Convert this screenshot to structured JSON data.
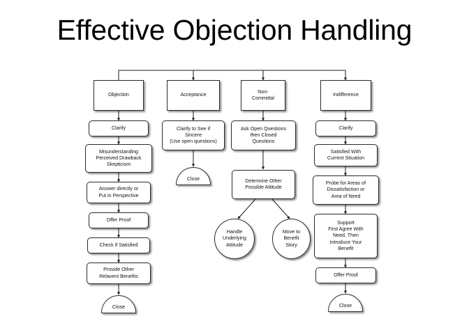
{
  "slide": {
    "title": "Effective Objection Handling",
    "background_color": "#ffffff",
    "text_color": "#000000"
  },
  "diagram": {
    "type": "flowchart",
    "orientation": "top-down",
    "root_connector": "horizontal-bus",
    "columns": [
      {
        "id": "objection",
        "header": "Objection",
        "nodes": [
          {
            "id": "obj-header",
            "label": "Objection",
            "shape": "rect"
          },
          {
            "id": "obj-clarify",
            "label": "Clarify",
            "shape": "rounded-rect"
          },
          {
            "id": "obj-types",
            "label": "Misunderstanding\nPerceived Drawback\nSkepticism",
            "shape": "rounded-rect"
          },
          {
            "id": "obj-answer",
            "label": "Answer directly or\nPut in Perspective",
            "shape": "rounded-rect"
          },
          {
            "id": "obj-proof",
            "label": "Offer Proof",
            "shape": "rounded-rect"
          },
          {
            "id": "obj-check",
            "label": "Check if Satisfied",
            "shape": "rounded-rect"
          },
          {
            "id": "obj-benefits",
            "label": "Provide Other\nRelavent Benefits",
            "shape": "rounded-rect"
          },
          {
            "id": "obj-close",
            "label": "Close",
            "shape": "terminator-dome"
          }
        ]
      },
      {
        "id": "acceptance",
        "header": "Acceptance",
        "nodes": [
          {
            "id": "acc-header",
            "label": "Acceptance",
            "shape": "rect"
          },
          {
            "id": "acc-clarify",
            "label": "Clarify to See if\nSincere\n(Use open questions)",
            "shape": "rounded-rect"
          },
          {
            "id": "acc-close",
            "label": "Close",
            "shape": "terminator-dome"
          }
        ]
      },
      {
        "id": "non-committal",
        "header": "Non-Committal",
        "nodes": [
          {
            "id": "nc-header",
            "label": "Non-\nCommittal",
            "shape": "rect"
          },
          {
            "id": "nc-ask",
            "label": "Ask Open Questions\nthen Closed\nQuestions",
            "shape": "rounded-rect"
          },
          {
            "id": "nc-determine",
            "label": "Determine Other\nPossible Attitude",
            "shape": "rounded-rect"
          },
          {
            "id": "nc-handle",
            "label": "Handle\nUnderlying\nAttitude",
            "shape": "circle"
          },
          {
            "id": "nc-move",
            "label": "Move to\nBenefit\nStory",
            "shape": "circle"
          }
        ]
      },
      {
        "id": "indifference",
        "header": "Indifference",
        "nodes": [
          {
            "id": "ind-header",
            "label": "Indifference",
            "shape": "rect"
          },
          {
            "id": "ind-clarify",
            "label": "Clarify",
            "shape": "rounded-rect"
          },
          {
            "id": "ind-satisfied",
            "label": "Satisfied With\nCurrent Situation",
            "shape": "rounded-rect"
          },
          {
            "id": "ind-probe",
            "label": "Probe for Areas of\nDissatisfaction or\nArea of Need",
            "shape": "rounded-rect"
          },
          {
            "id": "ind-support",
            "label": "Support\nFirst Agree With\nNeed, Then\nIntroduce Your\nBenefit",
            "shape": "rounded-rect"
          },
          {
            "id": "ind-proof",
            "label": "Offer Proof",
            "shape": "rounded-rect"
          },
          {
            "id": "ind-close",
            "label": "Close",
            "shape": "terminator-dome"
          }
        ]
      }
    ],
    "colors": {
      "node_fill": "#ffffff",
      "node_stroke": "#2b2b2b",
      "connector_stroke": "#1a1a1a",
      "label_text": "#111111"
    }
  }
}
